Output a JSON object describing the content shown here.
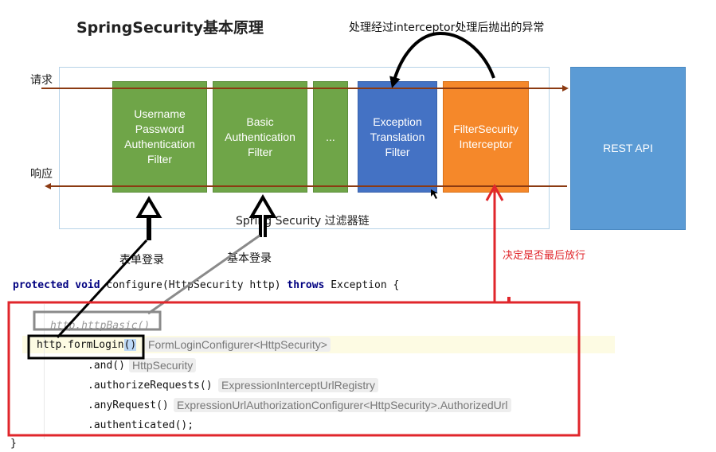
{
  "diagram": {
    "title": "SpringSecurity基本原理",
    "top_note": "处理经过interceptor处理后抛出的异常",
    "request_label": "请求",
    "response_label": "响应",
    "chain_label": "Spring Security 过滤器链",
    "filters": [
      {
        "id": "username-password",
        "label": "Username Password Authentication Filter",
        "color": "#6fa548"
      },
      {
        "id": "basic",
        "label": "Basic Authentication Filter",
        "color": "#6fa548"
      },
      {
        "id": "ellipsis",
        "label": "...",
        "color": "#6fa548"
      },
      {
        "id": "exception",
        "label": "Exception Translation Filter",
        "color": "#4472c4"
      },
      {
        "id": "interceptor",
        "label": "FilterSecurity Interceptor",
        "color": "#f5882a"
      }
    ],
    "rest_api": "REST API",
    "form_login_label": "表单登录",
    "basic_login_label": "基本登录",
    "decide_note": "决定是否最后放行",
    "annotation_color": "#e0262b"
  },
  "code": {
    "signature_kw1": "protected",
    "signature_kw2": "void",
    "signature_mid": "configure(HttpSecurity http)",
    "signature_kw3": "throws",
    "signature_end": "Exception {",
    "line_basic": "http.httpBasic()",
    "line_form": "http.formLogin",
    "line_form_paren": "()",
    "hint_form": "FormLoginConfigurer<HttpSecurity>",
    "line_and": ".and()",
    "hint_and": "HttpSecurity",
    "line_authorize": ".authorizeRequests()",
    "hint_authorize": "ExpressionInterceptUrlRegistry",
    "line_any": ".anyRequest()",
    "hint_any": "ExpressionUrlAuthorizationConfigurer<HttpSecurity>.AuthorizedUrl",
    "line_auth": ".authenticated();",
    "closing": "}"
  }
}
